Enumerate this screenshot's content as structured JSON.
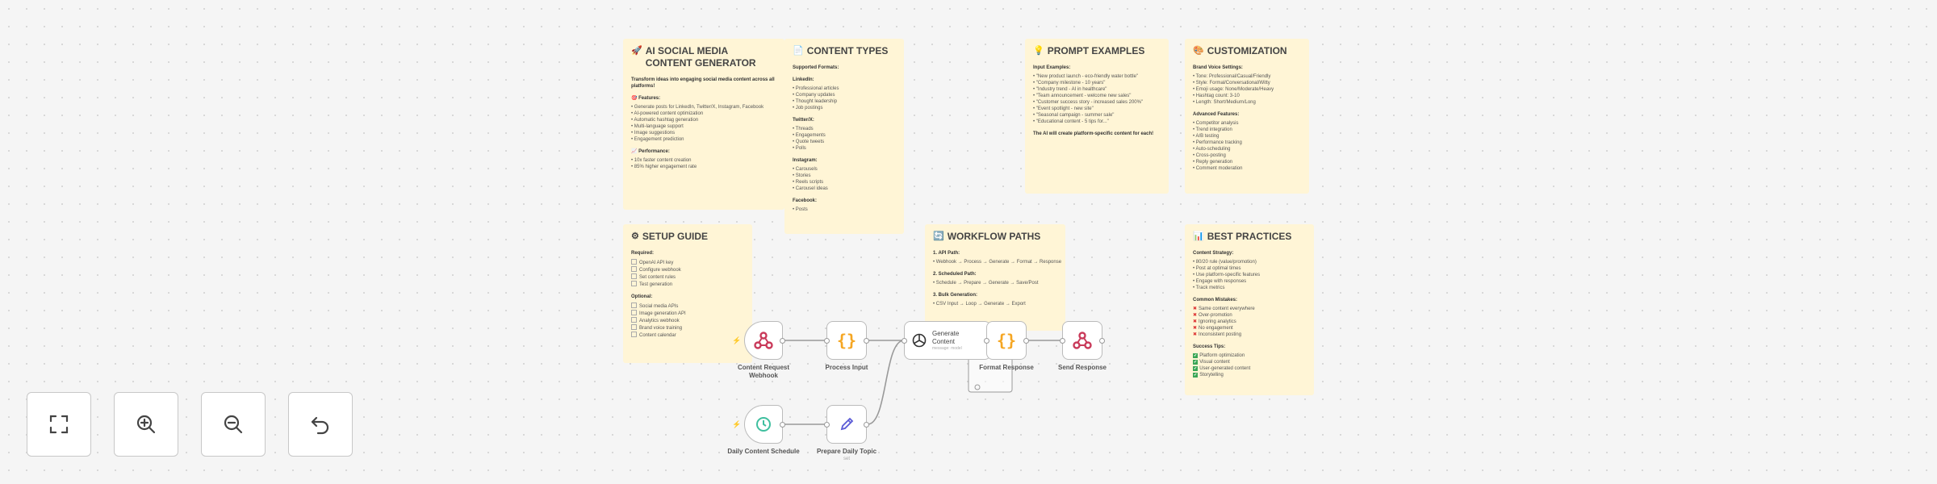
{
  "notes": {
    "ai_social": {
      "icon": "🚀",
      "title": "AI SOCIAL MEDIA CONTENT GENERATOR",
      "intro": "Transform ideas into engaging social media content across all platforms!",
      "sections": [
        {
          "heading": "🎯 Features:",
          "items": [
            "Generate posts for LinkedIn, Twitter/X, Instagram, Facebook",
            "AI-powered content optimization",
            "Automatic hashtag generation",
            "Multi-language support",
            "Image suggestions",
            "Engagement prediction"
          ]
        },
        {
          "heading": "📈 Performance:",
          "items": [
            "10x faster content creation",
            "85% higher engagement rate"
          ]
        }
      ]
    },
    "content_types": {
      "icon": "📄",
      "title": "CONTENT TYPES",
      "sections": [
        {
          "heading": "Supported Formats:",
          "items": []
        },
        {
          "heading": "LinkedIn:",
          "items": [
            "Professional articles",
            "Company updates",
            "Thought leadership",
            "Job postings"
          ]
        },
        {
          "heading": "Twitter/X:",
          "items": [
            "Threads",
            "Engagements",
            "Quote tweets",
            "Polls"
          ]
        },
        {
          "heading": "Instagram:",
          "items": [
            "Carousels",
            "Stories",
            "Reels scripts",
            "Carousel ideas"
          ]
        },
        {
          "heading": "Facebook:",
          "items": [
            "Posts"
          ]
        }
      ]
    },
    "prompt_examples": {
      "icon": "💡",
      "title": "PROMPT EXAMPLES",
      "sections": [
        {
          "heading": "Input Examples:",
          "items": [
            "\"New product launch - eco-friendly water bottle\"",
            "\"Company milestone - 10 years\"",
            "\"Industry trend - AI in healthcare\"",
            "\"Team announcement - welcome new sales\"",
            "\"Customer success story - increased sales 200%\"",
            "\"Event spotlight - new site\"",
            "\"Seasonal campaign - summer sale\"",
            "\"Educational content - 5 tips for...\""
          ]
        },
        {
          "heading": "The AI will create platform-specific content for each!",
          "items": []
        }
      ]
    },
    "customization": {
      "icon": "🎨",
      "title": "CUSTOMIZATION",
      "sections": [
        {
          "heading": "Brand Voice Settings:",
          "items": [
            "Tone: Professional/Casual/Friendly",
            "Style: Formal/Conversational/Witty",
            "Emoji usage: None/Moderate/Heavy",
            "Hashtag count: 3-10",
            "Length: Short/Medium/Long"
          ]
        },
        {
          "heading": "Advanced Features:",
          "items": [
            "Competitor analysis",
            "Trend integration",
            "A/B testing",
            "Performance tracking",
            "Auto-scheduling",
            "Cross-posting",
            "Reply generation",
            "Comment moderation"
          ]
        }
      ]
    },
    "setup_guide": {
      "icon": "⚙",
      "title": "SETUP GUIDE",
      "sections": [
        {
          "heading": "Required:",
          "check": true,
          "items": [
            "OpenAI API key",
            "Configure webhook",
            "Set content rules",
            "Test generation"
          ]
        },
        {
          "heading": "Optional:",
          "check": true,
          "items": [
            "Social media APIs",
            "Image generation API",
            "Analytics webhook",
            "Brand voice training",
            "Content calendar"
          ]
        }
      ]
    },
    "workflow_paths": {
      "icon": "🔄",
      "title": "WORKFLOW PATHS",
      "sections": [
        {
          "heading": "1. API Path:",
          "items": [
            "Webhook → Process → Generate → Format → Response"
          ]
        },
        {
          "heading": "2. Scheduled Path:",
          "items": [
            "Schedule → Prepare → Generate → Save/Post"
          ]
        },
        {
          "heading": "3. Bulk Generation:",
          "items": [
            "CSV Input → Loop → Generate → Export"
          ]
        }
      ]
    },
    "best_practices": {
      "icon": "📊",
      "title": "BEST PRACTICES",
      "sections": [
        {
          "heading": "Content Strategy:",
          "items": [
            "80/20 rule (value/promotion)",
            "Post at optimal times",
            "Use platform-specific features",
            "Engage with responses",
            "Track metrics"
          ]
        },
        {
          "heading": "Common Mistakes:",
          "mark": "x",
          "items": [
            "Same content everywhere",
            "Over-promotion",
            "Ignoring analytics",
            "No engagement",
            "Inconsistent posting"
          ]
        },
        {
          "heading": "Success Tips:",
          "mark": "ok",
          "items": [
            "Platform optimization",
            "Visual content",
            "User-generated content",
            "Storytelling"
          ]
        }
      ]
    }
  },
  "nodes": {
    "webhook": {
      "label": "Content Request Webhook",
      "icon": "webhook-icon"
    },
    "process_input": {
      "label": "Process Input",
      "icon": "code-braces-icon"
    },
    "generate": {
      "label": "Generate Content",
      "sub": "message: model",
      "icon": "openai-icon"
    },
    "format_response": {
      "label": "Format Response",
      "icon": "code-braces-icon"
    },
    "send_response": {
      "label": "Send Response",
      "icon": "webhook-icon"
    },
    "schedule": {
      "label": "Daily Content Schedule",
      "icon": "clock-icon"
    },
    "prepare_topic": {
      "label": "Prepare Daily Topic",
      "sub": "set",
      "icon": "pencil-icon"
    }
  },
  "controls": {
    "fit": "fit-view",
    "zoom_in": "zoom-in",
    "zoom_out": "zoom-out",
    "undo": "undo"
  },
  "colors": {
    "note_bg": "#fff5d6",
    "node_border": "#bbbbbb",
    "accent_orange": "#f5a623",
    "accent_red": "#e8553e"
  }
}
